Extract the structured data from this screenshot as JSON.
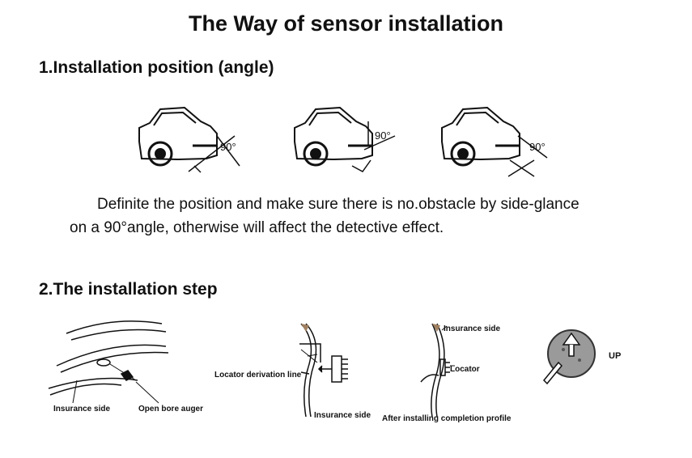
{
  "title": "The Way of sensor installation",
  "section1": {
    "heading": "1.Installation position (angle)",
    "angle_labels": [
      "90°",
      "90°",
      "90°"
    ],
    "description_line1": "Definite the position and make sure there is no.obstacle by side-glance",
    "description_line2": "on a 90°angle, otherwise will affect the detective effect."
  },
  "section2": {
    "heading": "2.The installation step",
    "labels": {
      "insurance_side_1": "Insurance side",
      "open_bore_auger": "Open bore auger",
      "locator_derivation_line": "Locator derivation line",
      "insurance_side_2": "Insurance side",
      "insurance_side_3": "Insurance side",
      "locator": "Locator",
      "after_installing": "After installing completion profile",
      "up": "UP"
    }
  }
}
